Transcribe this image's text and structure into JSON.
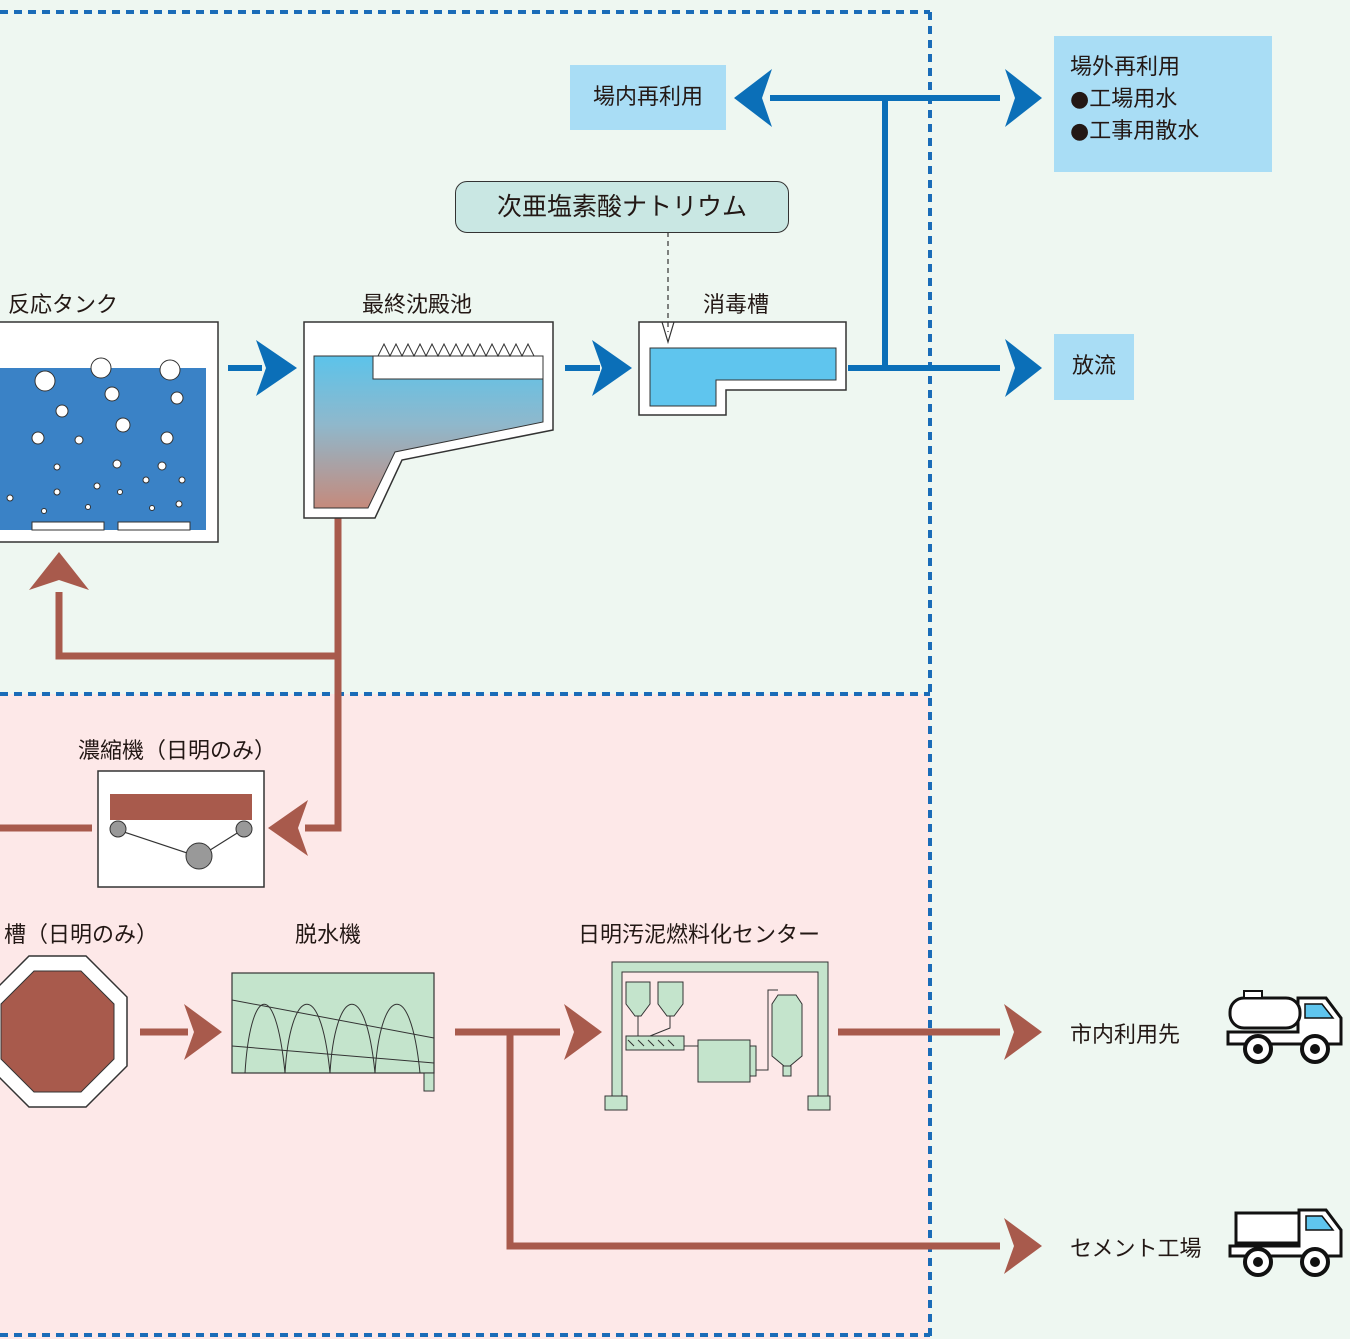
{
  "colors": {
    "upper_zone_bg": "#eef7f1",
    "lower_zone_bg": "#fde8e8",
    "zone_border": "#1a6cb8",
    "water_flow": "#0b6fb8",
    "sludge_flow": "#a85a4c",
    "label_box": "#a9ddf5",
    "chemical_box": "#c9e7e3",
    "equipment_fill": "#c4e4cc"
  },
  "water_process": {
    "reaction_tank": "反応タンク",
    "final_sedimentation": "最終沈殿池",
    "disinfection_tank": "消毒槽",
    "chemical": "次亜塩素酸ナトリウム"
  },
  "destinations": {
    "onsite_reuse": "場内再利用",
    "offsite_reuse": {
      "title": "場外再利用",
      "items": [
        "●工場用水",
        "●工事用散水"
      ]
    },
    "discharge": "放流"
  },
  "sludge_process": {
    "thickener": "濃縮機（日明のみ）",
    "digester": "槽（日明のみ）",
    "dehydrator": "脱水機",
    "fuel_center": "日明汚泥燃料化センター"
  },
  "sludge_destinations": {
    "city_users": "市内利用先",
    "cement_plant": "セメント工場"
  },
  "icons": [
    "tank-truck-icon",
    "dump-truck-icon"
  ]
}
